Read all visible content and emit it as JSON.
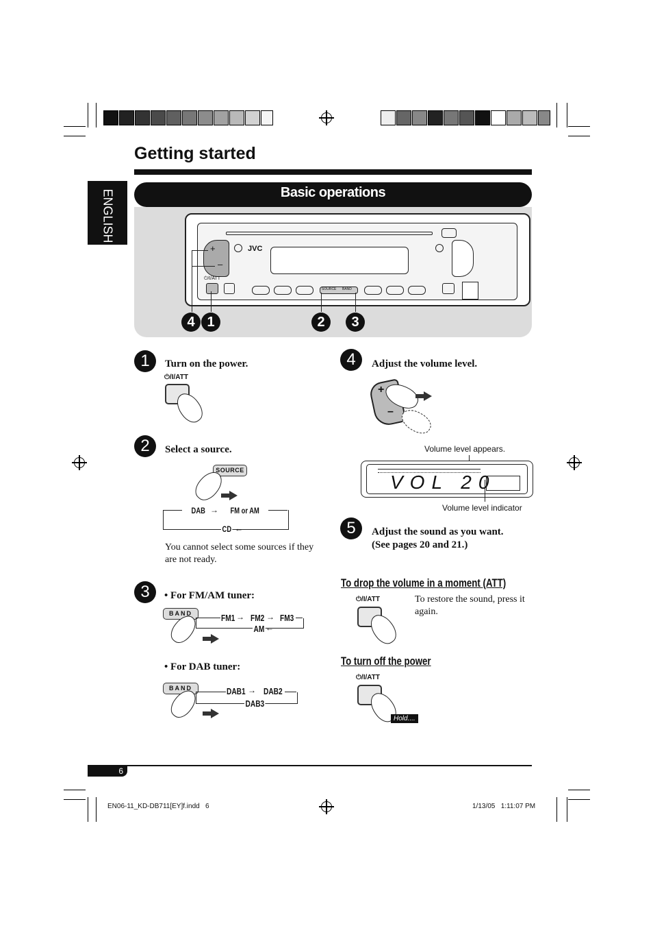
{
  "page": {
    "title": "Getting started",
    "language_tab": "ENGLISH",
    "section_title": "Basic operations",
    "page_number": "6"
  },
  "unit": {
    "brand": "JVC",
    "source_label": "SOURCE",
    "band_label": "BAND",
    "power_label": "⏻/I/ATT",
    "callouts": [
      "4",
      "1",
      "2",
      "3"
    ]
  },
  "steps": {
    "s1": {
      "num": "1",
      "text": "Turn on the power.",
      "button_label": "⏻/I/ATT"
    },
    "s2": {
      "num": "2",
      "text": "Select a source.",
      "button_label": "SOURCE",
      "flow": [
        "DAB",
        "FM or AM",
        "CD"
      ],
      "note": "You cannot select some sources if they are not ready."
    },
    "s3": {
      "num": "3",
      "fm_title": "• For FM/AM tuner:",
      "fm_flow": [
        "FM1",
        "FM2",
        "FM3",
        "AM"
      ],
      "dab_title": "• For DAB tuner:",
      "dab_flow": [
        "DAB1",
        "DAB2",
        "DAB3"
      ],
      "button_label": "BAND"
    },
    "s4": {
      "num": "4",
      "text": "Adjust the volume level.",
      "display_text": "VOL 20",
      "label_appears": "Volume level appears.",
      "label_indicator": "Volume level indicator"
    },
    "s5": {
      "num": "5",
      "text": "Adjust the sound as you want.",
      "text2": "(See pages 20 and 21.)"
    }
  },
  "att": {
    "title": "To drop the volume in a moment (ATT)",
    "button_label": "⏻/I/ATT",
    "note": "To restore the sound, press it again."
  },
  "off": {
    "title": "To turn off the power",
    "button_label": "⏻/I/ATT",
    "hold": "Hold...."
  },
  "footer": {
    "file": "EN06-11_KD-DB711[EY]f.indd   6",
    "date": "1/13/05   1:11:07 PM"
  },
  "colors": {
    "accent": "#111111",
    "panel_bg": "#dcdcdc"
  }
}
